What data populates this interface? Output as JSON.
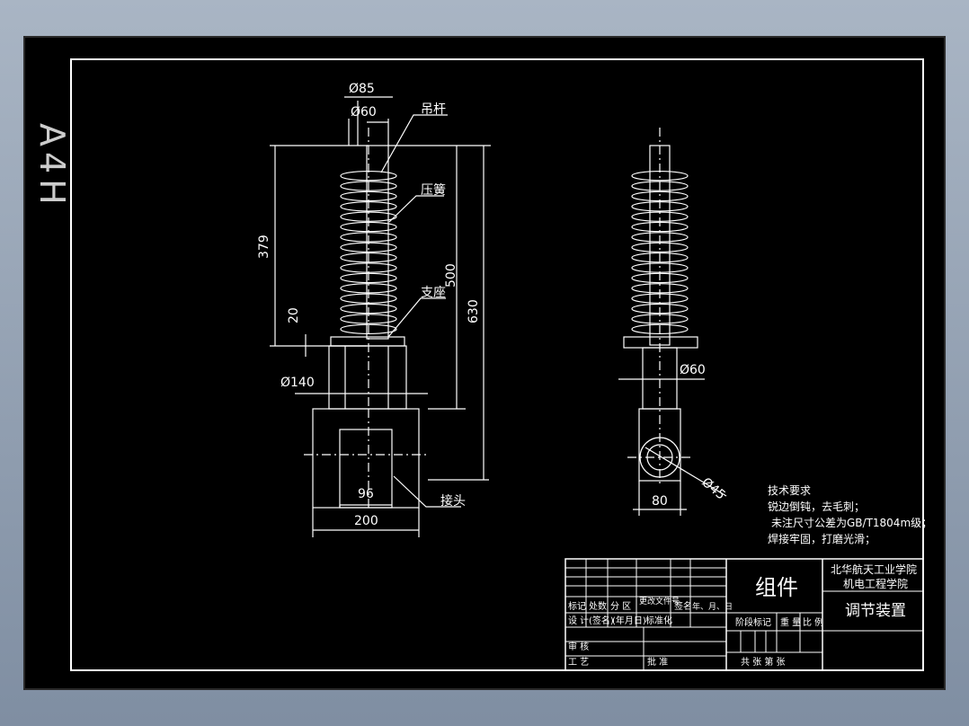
{
  "sheet": {
    "size_label": "A4H"
  },
  "front_view": {
    "dim_d85": "Ø85",
    "dim_d60": "Ø60",
    "dim_379": "379",
    "dim_20": "20",
    "dim_500": "500",
    "dim_630": "630",
    "dim_d140": "Ø140",
    "dim_96": "96",
    "dim_200": "200",
    "leader_rod": "吊杆",
    "leader_spring": "压簧",
    "leader_seat": "支座",
    "leader_joint": "接头"
  },
  "side_view": {
    "dim_d60": "Ø60",
    "dim_d45": "Ø45",
    "dim_80": "80"
  },
  "tech_requirements": {
    "title": "技术要求",
    "lines": [
      "锐边倒钝，去毛刺；",
      "未注尺寸公差为GB/T1804m级；",
      "焊接牢固，打磨光滑；"
    ]
  },
  "title_block": {
    "part_label": "组件",
    "school_line1": "北华航天工业学院",
    "school_line2": "机电工程学院",
    "drawing_name": "调节装置",
    "col_mark": "标记",
    "col_count": "处数",
    "col_zone": "分 区",
    "col_change_doc": "更改文件号",
    "col_sign": "签名",
    "col_date": "年、月、日",
    "row_design": "设 计",
    "row_sign": "(签名)",
    "row_date": "(年月日)",
    "row_std": "标准化",
    "row_review": "审 核",
    "row_process": "工 艺",
    "row_approve": "批 准",
    "stage_mark": "阶段标记",
    "weight": "重 量",
    "scale": "比 例",
    "sheets": "共   张   第   张"
  }
}
